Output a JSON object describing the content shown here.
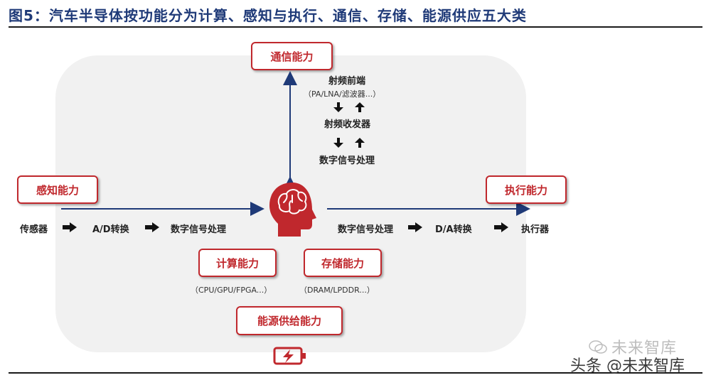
{
  "title": "图5：汽车半导体按功能分为计算、感知与执行、通信、存储、能源供应五大类",
  "capabilities": {
    "communication": "通信能力",
    "sensing": "感知能力",
    "execution": "执行能力",
    "computing": "计算能力",
    "storage": "存储能力",
    "energy": "能源供给能力"
  },
  "comm_chain": {
    "rf_frontend": "射频前端",
    "rf_frontend_examples": "（PA/LNA/滤波器...）",
    "transceiver": "射频收发器",
    "dsp": "数字信号处理"
  },
  "input_chain": [
    "传感器",
    "A/D转换",
    "数字信号处理"
  ],
  "output_chain": [
    "数字信号处理",
    "D/A转换",
    "执行器"
  ],
  "computing_examples": "（CPU/GPU/FPGA...）",
  "storage_examples": "（DRAM/LPDDR...）",
  "watermark": {
    "line1": "未来智库",
    "line2": "头条 @未来智库"
  },
  "icons": [
    "brain-head-icon",
    "battery-charging-icon",
    "arrow-right-icon",
    "arrow-up-icon",
    "arrow-down-icon",
    "wechat-icon"
  ],
  "colors": {
    "accent": "#c0282d",
    "title": "#1f3a78",
    "arrow": "#1f3a78",
    "panel": "#f1f1f1"
  }
}
